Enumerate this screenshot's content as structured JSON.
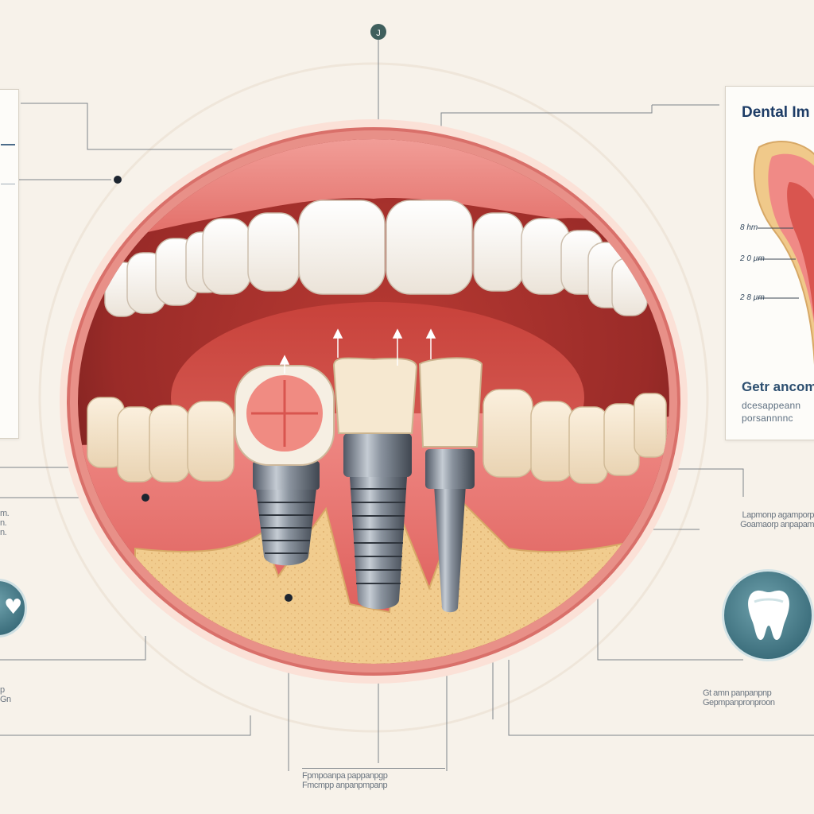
{
  "diagram": {
    "top_marker": "J",
    "right_panel": {
      "title": "Dental Im",
      "scale_labels": [
        "8 hm",
        "2 0 µm",
        "2 8 µm"
      ],
      "subtitle": "Getr ancom",
      "caption_lines": [
        "dcesappeann",
        "porsannnnc"
      ]
    },
    "right_note_lines": [
      "Lapmonp agamporp",
      "Goamaorp anpapam"
    ],
    "right_bottom_lines": [
      "Gt amn panpanpnp",
      "Gepmpanpronproon"
    ],
    "left_note_lines": [
      "m.",
      "n.",
      "n."
    ],
    "left_bottom_lines": [
      "p",
      "Gn"
    ],
    "bottom_caption_lines": [
      "Fpmpoanpa pappanpgp",
      "Fmcmpp anpanpmpanp"
    ],
    "icons": [
      "tooth-icon",
      "tooth-icon"
    ],
    "colors": {
      "gum": "#e8716f",
      "lip": "#e8908a",
      "bone": "#f0c98a",
      "implant_metal": "#7b8592",
      "crown": "#f4ead8",
      "panel_title": "#1d3c66",
      "badge": "#3d7283"
    }
  }
}
